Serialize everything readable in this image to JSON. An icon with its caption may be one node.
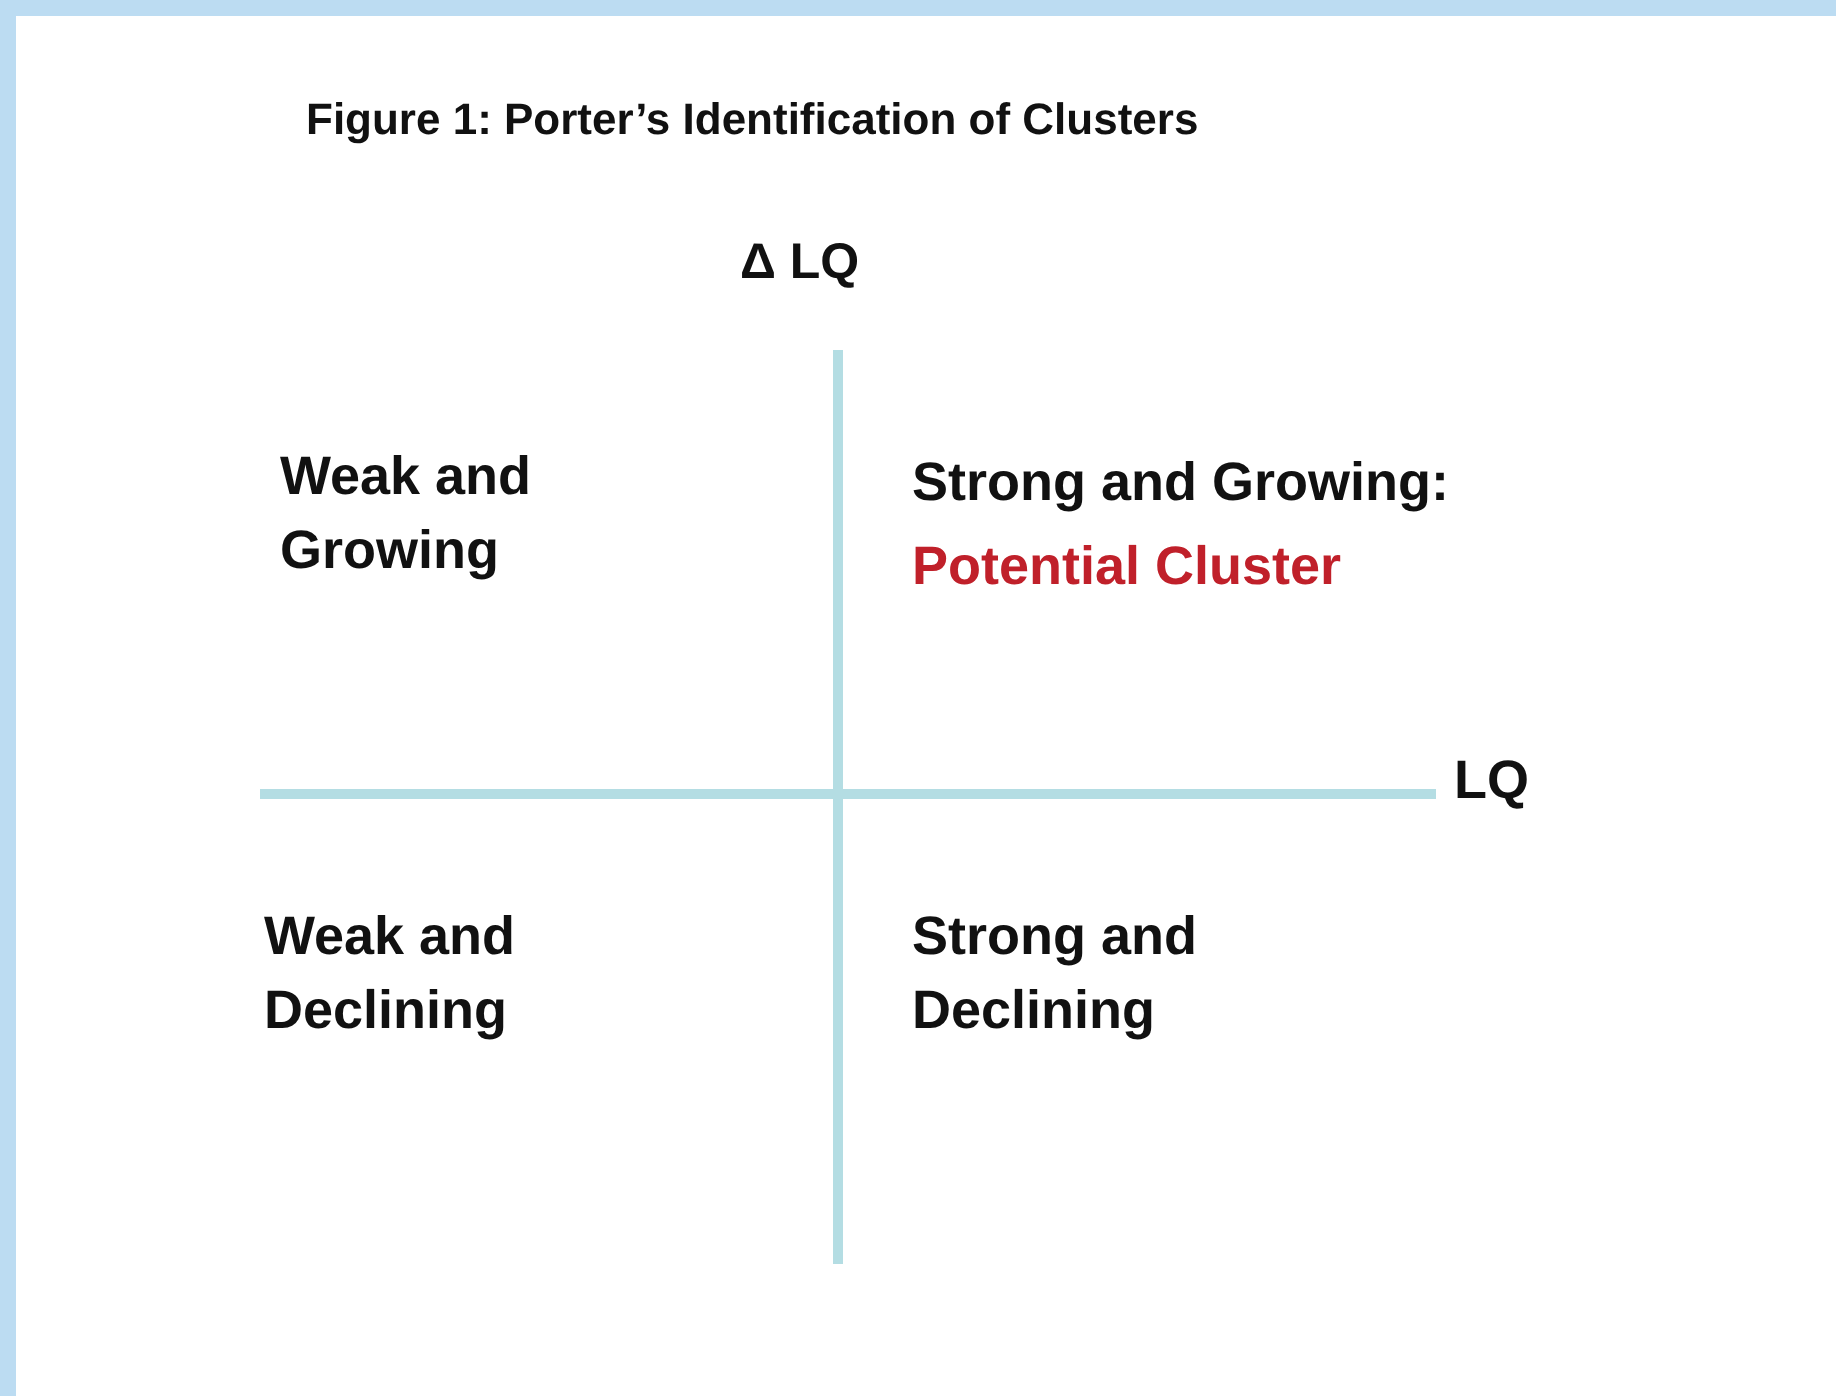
{
  "diagram": {
    "title": "Figure 1: Porter’s Identification of Clusters",
    "labels": [
      "Δ LQ",
      "Weak and Growing",
      "Strong and Growing:",
      "Potential Cluster",
      "LQ",
      "Weak and Declining",
      "Strong and Declining"
    ]
  }
}
